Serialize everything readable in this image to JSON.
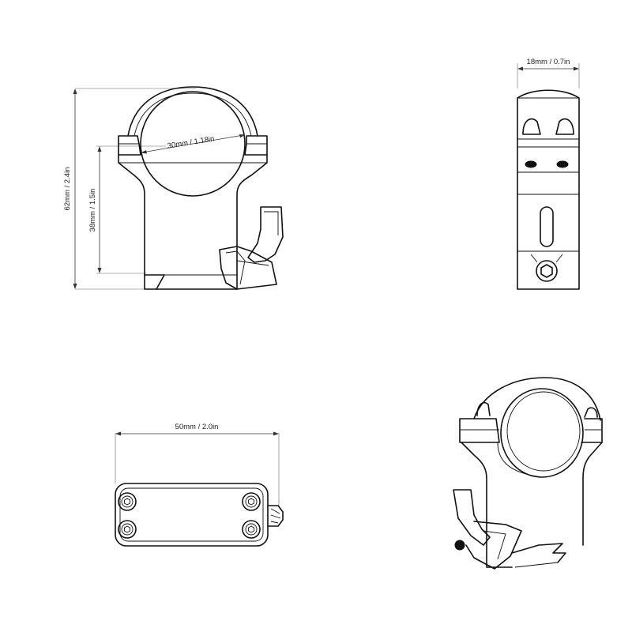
{
  "dimensions": {
    "bore_diameter": "30mm / 1.18in",
    "overall_height": "62mm / 2.4in",
    "center_height": "38mm / 1.5in",
    "width": "18mm / 0.7in",
    "length": "50mm / 2.0in"
  },
  "views": [
    "front-view",
    "side-view",
    "top-view",
    "isometric-view"
  ]
}
